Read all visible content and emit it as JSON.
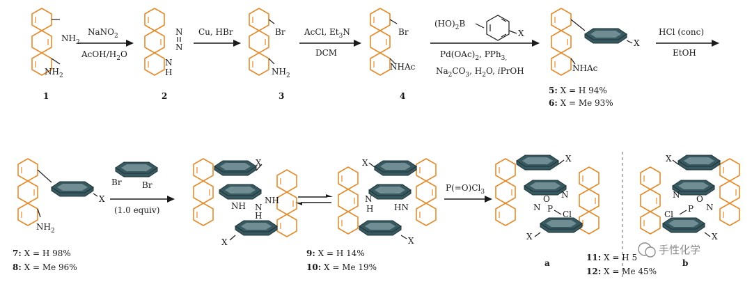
{
  "compounds": {
    "c1": "1",
    "c2": "2",
    "c3": "3",
    "c4": "4",
    "c5": "5:",
    "c5_text": " X = H 94%",
    "c6": "6:",
    "c6_text": " X = Me 93%",
    "c7": "7:",
    "c7_text": " X = H 98%",
    "c8": "8:",
    "c8_text": " X = Me 96%",
    "c9": "9:",
    "c9_text": " X = H 14%",
    "c10": "10:",
    "c10_text": " X = Me 19%",
    "c11": "11:",
    "c11_text": " X = H 5",
    "c12": "12:",
    "c12_text": " X = Me 45%",
    "a": "a",
    "b": "b"
  },
  "labels": {
    "nh2": "NH",
    "nh2_sub": "2",
    "br": "Br",
    "nhac": "NHAc",
    "x": "X",
    "n": "N",
    "h": "H",
    "nh": "NH",
    "hn": "HN",
    "o": "O",
    "p": "P",
    "cl": "Cl"
  },
  "steps": {
    "s1_top": "NaNO",
    "s1_top_sub": "2",
    "s1_bot": "AcOH/H",
    "s1_bot_sub": "2",
    "s1_bot_end": "O",
    "s2_top": "Cu, HBr",
    "s3_top": "AcCl, Et",
    "s3_top_sub": "3",
    "s3_top_end": "N",
    "s3_bot": "DCM",
    "s4_top": "(HO)",
    "s4_top_sub": "2",
    "s4_top_end": "B",
    "s4_mid": "Pd(OAc)",
    "s4_mid_sub": "2",
    "s4_mid_end": ", PPh",
    "s4_mid_sub2": "3,",
    "s4_bot": "Na",
    "s4_bot_sub": "2",
    "s4_bot_mid": "CO",
    "s4_bot_sub2": "3",
    "s4_bot_end": ", H",
    "s4_bot_sub3": "2",
    "s4_bot_end2": "O, ",
    "s4_bot_ital": "i",
    "s4_bot_end3": "PrOH",
    "s5_top": "HCl (conc)",
    "s5_bot": "EtOH",
    "s6_bot": "(1.0 equiv)",
    "s7_top": "P(=O)Cl",
    "s7_top_sub": "3"
  },
  "watermark": "手性化学"
}
